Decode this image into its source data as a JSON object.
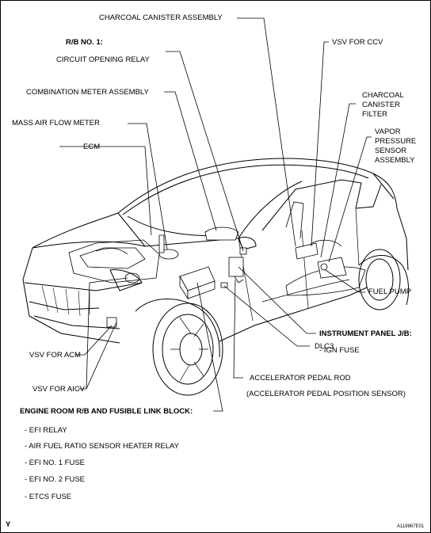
{
  "labels": {
    "charcoal_canister_assembly": "CHARCOAL CANISTER ASSEMBLY",
    "rb_no1_heading": "R/B NO. 1:",
    "circuit_opening_relay": "CIRCUIT OPENING RELAY",
    "combination_meter_assembly": "COMBINATION METER ASSEMBLY",
    "mass_air_flow_meter": "MASS AIR FLOW METER",
    "ecm": "ECM",
    "vsv_for_ccv": "VSV FOR CCV",
    "charcoal_canister_filter": [
      "CHARCOAL",
      "CANISTER",
      "FILTER"
    ],
    "vapor_pressure_sensor_assembly": [
      "VAPOR",
      "PRESSURE",
      "SENSOR",
      "ASSEMBLY"
    ],
    "fuel_pump": "FUEL PUMP",
    "instrument_panel_jb_heading": "INSTRUMENT PANEL J/B:",
    "ign_fuse": "- IGN FUSE",
    "dlc3": "DLC3",
    "vsv_for_acm": "VSV FOR ACM",
    "vsv_for_aicv": "VSV FOR AICV",
    "accelerator_pedal_rod": "ACCELERATOR PEDAL ROD",
    "accelerator_pedal_position_sensor": "(ACCELERATOR PEDAL POSITION SENSOR)",
    "engine_room_rb_heading": "ENGINE ROOM R/B AND FUSIBLE LINK BLOCK:",
    "engine_room_items": [
      "- EFI RELAY",
      "- AIR FUEL RATIO SENSOR  HEATER RELAY",
      "- EFI NO. 1 FUSE",
      "- EFI NO. 2 FUSE",
      "- ETCS FUSE"
    ]
  },
  "corner_mark": "Y",
  "figure_code": "A118867E01"
}
